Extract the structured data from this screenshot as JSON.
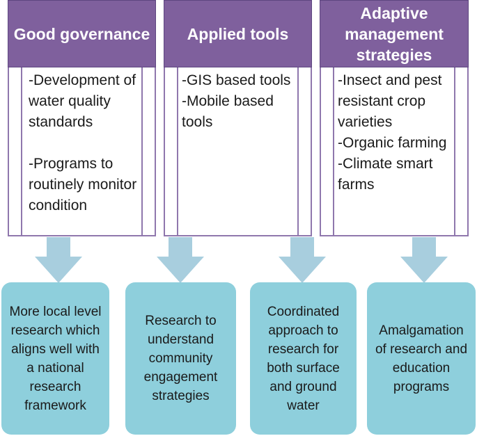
{
  "columns": [
    {
      "title": "Good governance",
      "items": [
        "-Development of water quality standards",
        "-Programs to routinely monitor condition"
      ]
    },
    {
      "title": "Applied tools",
      "items": [
        "-GIS based tools",
        "-Mobile based tools"
      ]
    },
    {
      "title": "Adaptive management strategies",
      "items": [
        "-Insect and pest resistant crop varieties",
        "-Organic farming",
        "-Climate smart farms"
      ]
    }
  ],
  "outcomes": [
    "More local level research which aligns well with a national research framework",
    "Research to understand community engagement strategies",
    "Coordinated approach to research for both surface and ground water",
    "Amalgamation of research and education programs"
  ],
  "colors": {
    "header_fill": "#7f609d",
    "header_text": "#ffffff",
    "body_border": "#8f77ad",
    "arrow_fill": "#a8cede",
    "outcome_fill": "#8ecfdc"
  }
}
